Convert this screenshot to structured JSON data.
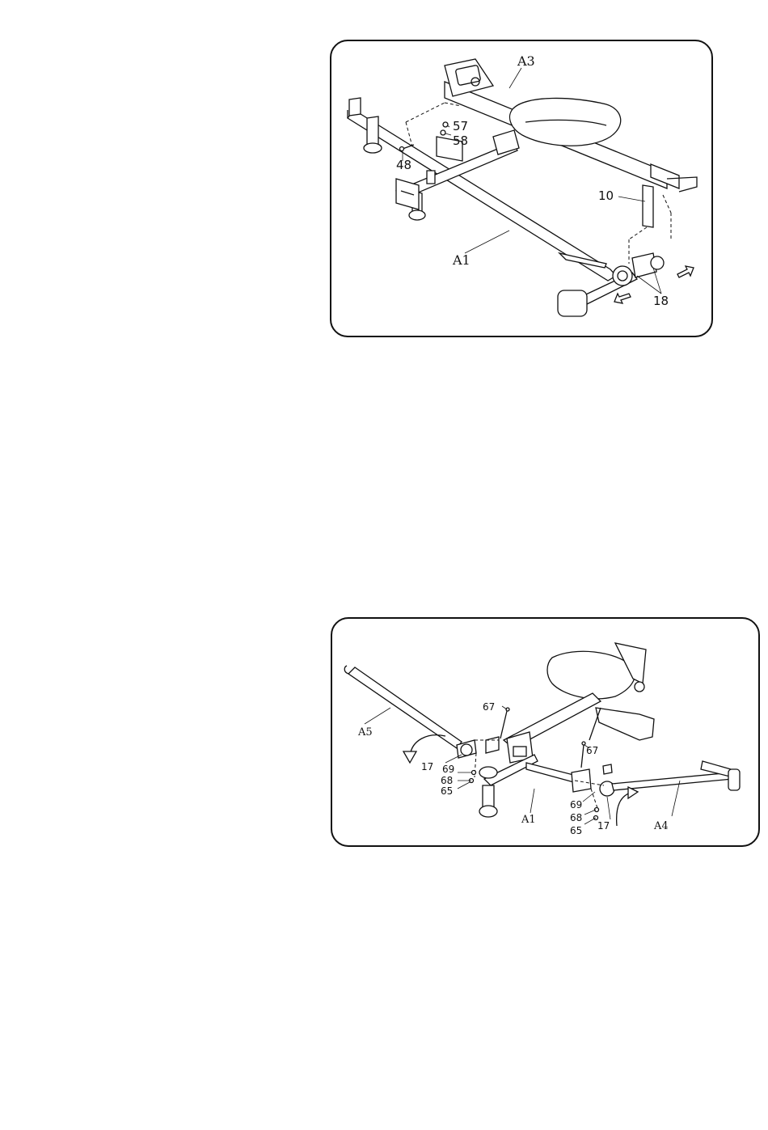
{
  "figure1": {
    "labels": {
      "a3": "A3",
      "p57": "57",
      "p58": "58",
      "p48": "48",
      "p10": "10",
      "a1": "A1",
      "p18": "18"
    }
  },
  "figure2": {
    "labels": {
      "a5": "A5",
      "p67_left": "67",
      "p67_right": "67",
      "p17_left": "17",
      "p69_left": "69",
      "p68_left": "68",
      "p65_left": "65",
      "a1": "A1",
      "p69_right": "69",
      "p68_right": "68",
      "p65_right": "65",
      "p17_right": "17",
      "a4": "A4"
    }
  }
}
